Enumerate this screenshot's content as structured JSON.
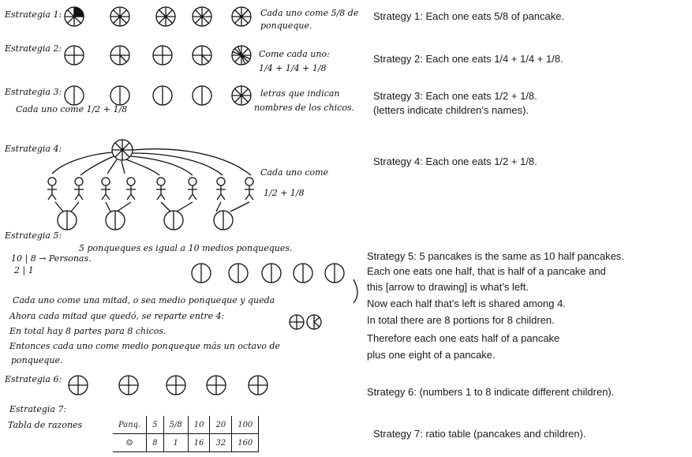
{
  "handwritten": {
    "s1_label": "Estrategia 1:",
    "s1_note_a": "Cada uno come 5/8 de",
    "s1_note_b": "ponqueque.",
    "s2_label": "Estrategia 2:",
    "s2_note_a": "Come cada uno:",
    "s2_note_b": "1/4 + 1/4 + 1/8",
    "s3_label": "Estrategia 3:",
    "s3_note_a": "letras que indican",
    "s3_note_b": "nombres de los chicos.",
    "s3_eats": "Cada uno come 1/2 + 1/8",
    "s4_label": "Estrategia 4:",
    "s4_note_a": "Cada uno come",
    "s4_note_b": "1/2 + 1/8",
    "s5_label": "Estrategia 5:",
    "s5_line_a": "5 ponqueques es igual a 10 medios ponqueques.",
    "s5_ratio": "10 | 8 → Personas.",
    "s5_ratio_b": "2 | 1",
    "s5_line_1": "Cada uno come una mitad, o sea medio ponqueque y queda",
    "s5_line_2": "Ahora cada mitad que quedó, se reparte entre 4:",
    "s5_line_3": "En total hay 8 partes para 8 chicos.",
    "s5_line_4": "Entonces cada uno come medio ponqueque más un octavo de",
    "s5_line_5": "ponqueque.",
    "s6_label": "Estrategia 6:",
    "s7_label": "Estrategia 7:",
    "s7_sub": "Tabla de razones"
  },
  "ratio_table": {
    "row1": [
      "Panq.",
      "5",
      "5/8",
      "10",
      "20",
      "100"
    ],
    "row2": [
      "☺",
      "8",
      "1",
      "16",
      "32",
      "160"
    ]
  },
  "translation": {
    "s1": "Strategy 1: Each one eats 5/8 of pancake.",
    "s2": "Strategy 2: Each one eats 1/4 + 1/4 + 1/8.",
    "s3a": "Strategy 3: Each one eats 1/2 + 1/8.",
    "s3b": "(letters indicate children’s names).",
    "s4": "Strategy 4: Each one eats 1/2 + 1/8.",
    "s5a": "Strategy 5: 5 pancakes is the same as 10 half pancakes.",
    "s5b": "Each one eats one half, that is half of a pancake and",
    "s5c": "this [arrow to drawing] is what’s left.",
    "s5d": "Now each half that’s left is shared among 4.",
    "s5e": "In total there are 8 portions for 8 children.",
    "s5f": "Therefore each one eats half of a pancake",
    "s5g": "plus one eight of a pancake.",
    "s6": "Strategy 6: (numbers 1 to 8 indicate different children).",
    "s7": "Strategy 7: ratio table (pancakes and children)."
  },
  "colors": {
    "ink": "#111111",
    "text": "#1a1a1a",
    "background": "#ffffff"
  }
}
